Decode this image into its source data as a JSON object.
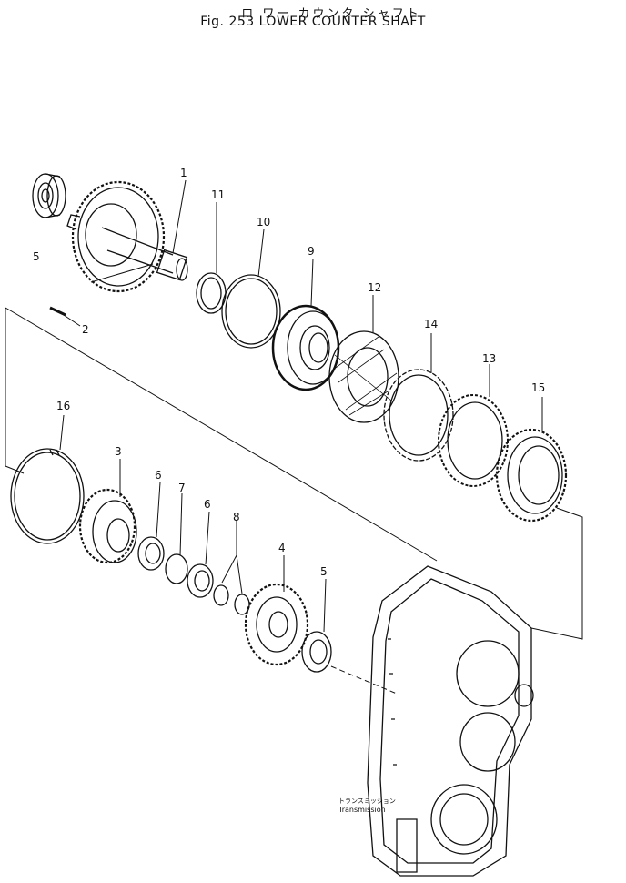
{
  "header": {
    "title_jp": "ロ ワー カウンタ シャフト",
    "title_en": "Fig. 253 LOWER COUNTER SHAFT"
  },
  "callouts": [
    "1",
    "2",
    "3",
    "4",
    "5",
    "5",
    "6",
    "6",
    "7",
    "8",
    "9",
    "10",
    "11",
    "12",
    "13",
    "14",
    "15",
    "16"
  ],
  "housing_label": {
    "jp": "トランスミッション",
    "en": "Transmission"
  }
}
